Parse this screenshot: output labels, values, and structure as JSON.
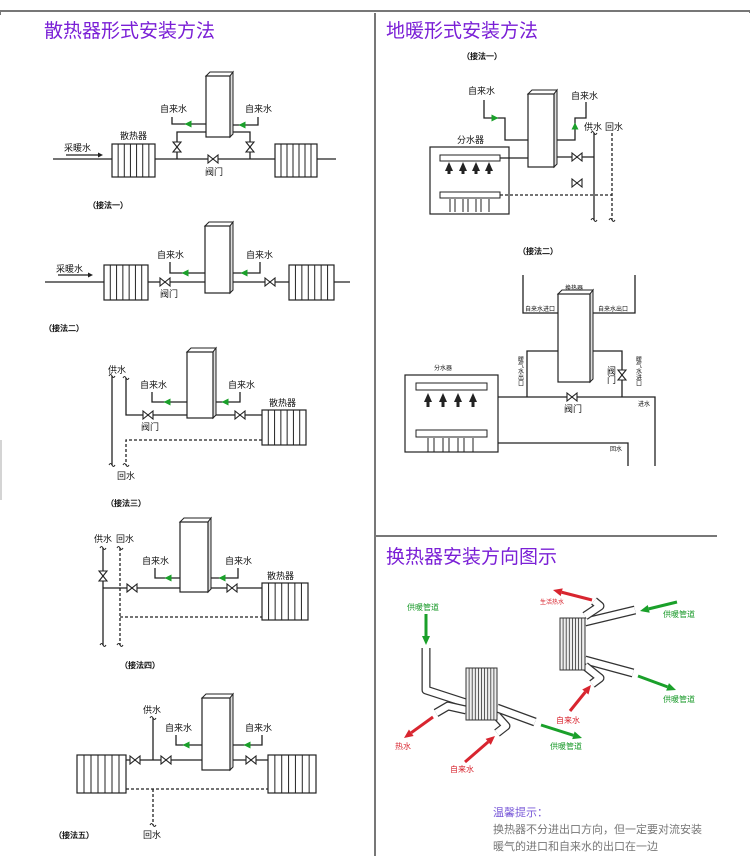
{
  "sections": {
    "radiator": {
      "title": "散热器形式安装方法"
    },
    "floor": {
      "title": "地暖形式安装方法"
    },
    "direction": {
      "title": "换热器安装方向图示"
    }
  },
  "labels": {
    "tap_water": "自来水",
    "heating_water": "采暖水",
    "radiator": "散热器",
    "valve": "阀门",
    "valve_vertical": "阀门",
    "supply": "供水",
    "return": "回水",
    "manifold": "分水器",
    "exchanger": "换热器",
    "tap_in": "自来水进口",
    "tap_out": "自来水出口",
    "heat_out": "暖气水出口",
    "heat_in": "暖气水进口",
    "inlet": "进水",
    "heating_pipe": "供暖管道",
    "hot_water": "热水",
    "domestic_hot": "生活热水"
  },
  "methods": [
    "（接法一）",
    "（接法二）",
    "（接法三）",
    "（接法四）",
    "（接法五）"
  ],
  "tip": {
    "title": "温馨提示：",
    "lines": [
      "换热器不分进出口方向，但一定要对流安装",
      "暖气的进口和自来水的出口在一边"
    ]
  },
  "colors": {
    "title": "#7a1fd6",
    "flow_arrow": "#1aa02a",
    "hot_arrow": "#d8252f",
    "divider": "#777777"
  }
}
